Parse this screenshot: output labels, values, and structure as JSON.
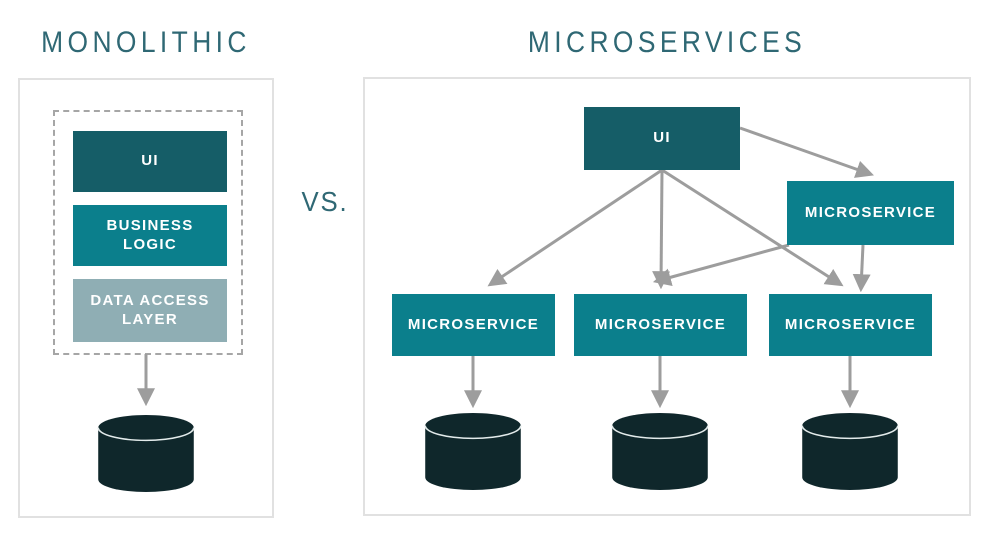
{
  "titles": {
    "monolithic": "MONOLITHIC",
    "microservices": "MICROSERVICES",
    "vs": "VS."
  },
  "monolithic_panel": {
    "layers": [
      {
        "lines": [
          "UI"
        ]
      },
      {
        "lines": [
          "BUSINESS",
          "LOGIC"
        ]
      },
      {
        "lines": [
          "DATA ACCESS",
          "LAYER"
        ]
      }
    ]
  },
  "microservices_panel": {
    "ui_label": "UI",
    "service_top": {
      "label": "MICROSERVICE"
    },
    "services": [
      {
        "label": "MICROSERVICE"
      },
      {
        "label": "MICROSERVICE"
      },
      {
        "label": "MICROSERVICE"
      }
    ]
  },
  "colors": {
    "teal_dark": "#155d67",
    "teal": "#0b7f8c",
    "teal_muted": "#8faeb4",
    "db_ink": "#0f272b",
    "arrow_gray": "#9d9d9d",
    "border_gray": "#e1e1e1",
    "dash_gray": "#a6a6a6",
    "title_teal": "#2f6874",
    "label_white": "#ffffff"
  }
}
